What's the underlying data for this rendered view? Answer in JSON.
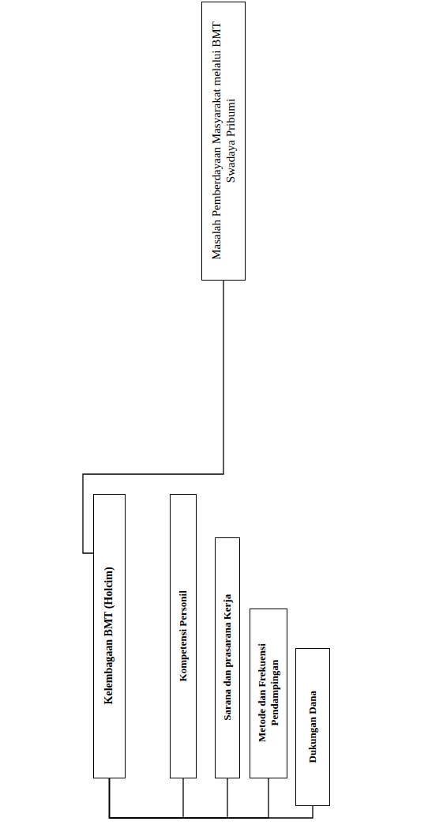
{
  "diagram": {
    "nodes": [
      {
        "text": [
          "Masalah Pemberdayaan Masyarakat melalui BMT Swadaya Pribumi"
        ]
      },
      {
        "text": [
          "Kelembagaan BMT (Holcim)"
        ]
      },
      {
        "text": [
          "Kompetensi Personil"
        ]
      },
      {
        "text": [
          "Sarana dan prasarana Kerja"
        ]
      },
      {
        "text": [
          "Metode dan Frekuensi Pendampingan"
        ]
      },
      {
        "text": [
          "Dukungan Dana"
        ]
      }
    ],
    "edges": [
      {
        "from": 0,
        "to": 1,
        "arrow": "none"
      },
      {
        "from": 1,
        "to": 2,
        "arrow": "none"
      },
      {
        "from": 1,
        "to": 3,
        "arrow": "none"
      },
      {
        "from": 1,
        "to": 4,
        "arrow": "none"
      },
      {
        "from": 1,
        "to": 5,
        "arrow": "none"
      }
    ]
  }
}
